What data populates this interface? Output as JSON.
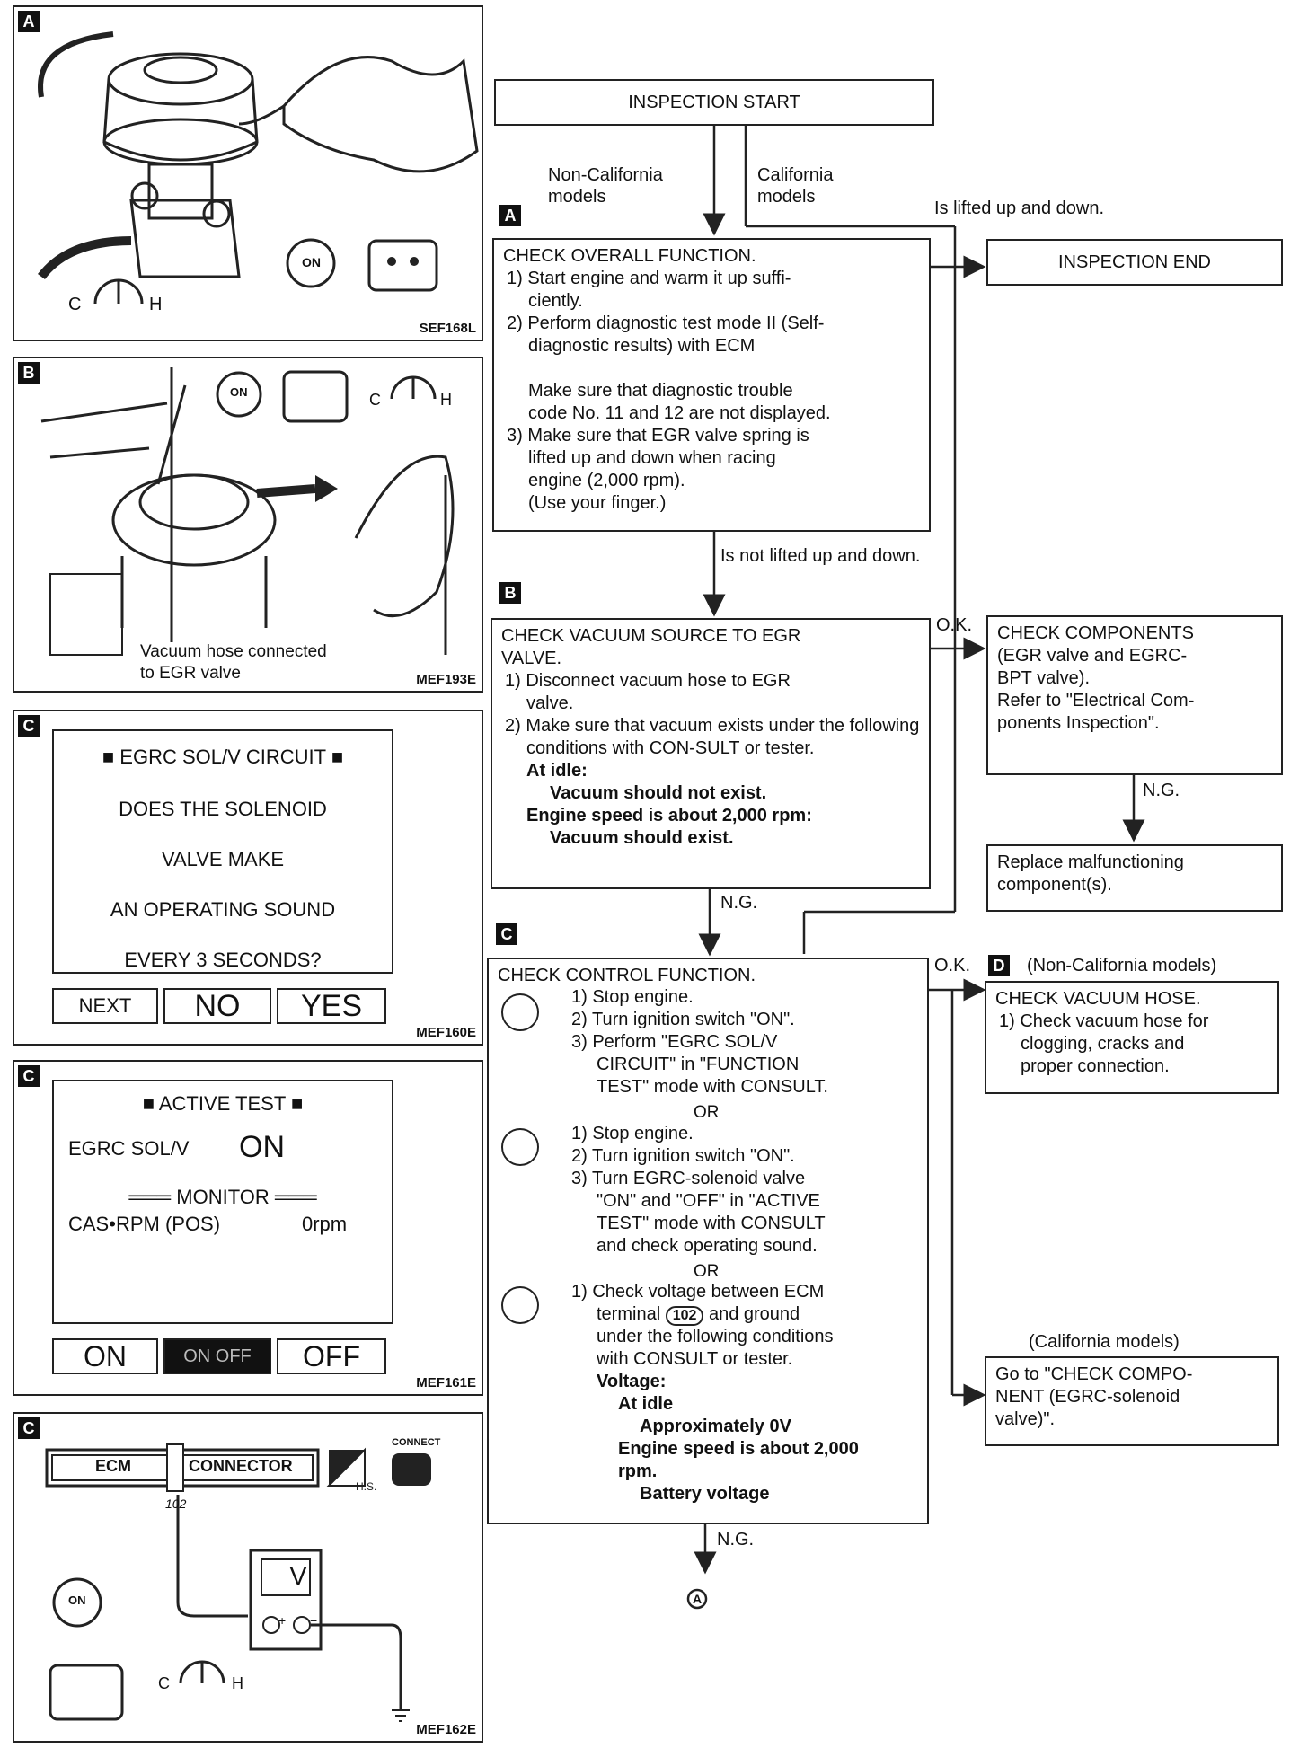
{
  "left_panels": {
    "panel_a": {
      "tag": "A",
      "code": "SEF168L",
      "gauge_left": "C",
      "gauge_right": "H",
      "key_label": "ON"
    },
    "panel_b": {
      "tag": "B",
      "code": "MEF193E",
      "key_label": "ON",
      "gauge_left": "C",
      "gauge_right": "H",
      "caption_line1": "Vacuum hose connected",
      "caption_line2": "to EGR valve"
    },
    "panel_c1": {
      "tag": "C",
      "code": "MEF160E",
      "title": "EGRC SOL/V CIRCUIT",
      "lines": [
        "DOES THE SOLENOID",
        "VALVE MAKE",
        "AN OPERATING SOUND",
        "EVERY 3 SECONDS?"
      ],
      "buttons": [
        "NEXT",
        "NO",
        "YES"
      ]
    },
    "panel_c2": {
      "tag": "C",
      "code": "MEF161E",
      "title": "ACTIVE TEST",
      "item_label": "EGRC SOL/V",
      "item_value": "ON",
      "monitor": "MONITOR",
      "rpm_label": "CAS•RPM (POS)",
      "rpm_value": "0rpm",
      "buttons": [
        "ON",
        "ON OFF",
        "OFF"
      ]
    },
    "panel_c3": {
      "tag": "C",
      "code": "MEF162E",
      "ecm_label": "ECM",
      "connector_label": "CONNECTOR",
      "terminal": "102",
      "meter": "V",
      "plus": "+",
      "minus": "−",
      "connect": "CONNECT",
      "hs": "H.S.",
      "key_label": "ON",
      "gauge_left": "C",
      "gauge_right": "H"
    }
  },
  "flow": {
    "start": "INSPECTION START",
    "branch_non_ca": "Non-California models",
    "branch_ca": "California models",
    "lifted": "Is lifted up and down.",
    "end": "INSPECTION END",
    "step_a": {
      "tag": "A",
      "title": "CHECK OVERALL FUNCTION.",
      "items": [
        "1) Start engine and warm it up suffi-",
        "ciently.",
        "2) Perform diagnostic test mode II (Self-",
        "diagnostic results) with ECM",
        "Make sure that diagnostic trouble",
        "code No. 11 and 12 are not displayed.",
        "3) Make sure that EGR valve spring is",
        "lifted up and down when racing",
        "engine (2,000 rpm).",
        "(Use your finger.)"
      ]
    },
    "not_lifted": "Is not lifted up and down.",
    "step_b": {
      "tag": "B",
      "title": "CHECK VACUUM SOURCE TO EGR VALVE.",
      "items": [
        "1) Disconnect vacuum hose to EGR valve.",
        "2) Make sure that vacuum exists under the following conditions with CON-SULT or tester."
      ],
      "at_idle": "At idle:",
      "idle_result": "Vacuum should not exist.",
      "speed": "Engine speed is about 2,000 rpm:",
      "speed_result": "Vacuum should exist."
    },
    "ok1": "O.K.",
    "components": {
      "lines": [
        "CHECK COMPONENTS",
        "(EGR valve and EGRC-",
        "BPT valve).",
        "Refer to \"Electrical Com-",
        "ponents Inspection\"."
      ]
    },
    "ng1": "N.G.",
    "replace": {
      "lines": [
        "Replace malfunctioning",
        "component(s)."
      ]
    },
    "ng2": "N.G.",
    "step_c": {
      "tag": "C",
      "title": "CHECK CONTROL FUNCTION.",
      "opt1": [
        "1) Stop engine.",
        "2) Turn ignition switch \"ON\".",
        "3) Perform \"EGRC SOL/V",
        "CIRCUIT\" in \"FUNCTION",
        "TEST\" mode with CONSULT."
      ],
      "or1": "OR",
      "opt2": [
        "1) Stop engine.",
        "2) Turn ignition switch \"ON\".",
        "3) Turn EGRC-solenoid valve",
        "\"ON\" and \"OFF\" in \"ACTIVE",
        "TEST\" mode with CONSULT",
        "and check operating sound."
      ],
      "or2": "OR",
      "opt3": [
        "1) Check voltage between ECM",
        "terminal",
        "102",
        "and ground",
        "under the following conditions",
        "with CONSULT or tester."
      ],
      "voltage": "Voltage:",
      "at_idle": "At idle",
      "idle_v": "Approximately 0V",
      "speed": "Engine speed is about 2,000",
      "speed2": "rpm.",
      "batt": "Battery voltage"
    },
    "ok2": "O.K.",
    "step_d": {
      "tag": "D",
      "note": "(Non-California models)",
      "lines": [
        "CHECK VACUUM HOSE.",
        "1) Check vacuum hose for",
        "clogging, cracks and",
        "proper connection."
      ]
    },
    "ca_note": "(California models)",
    "goto": {
      "lines": [
        "Go to \"CHECK COMPO-",
        "NENT (EGRC-solenoid",
        "valve)\"."
      ]
    },
    "ng3": "N.G.",
    "connector_a": "A"
  }
}
